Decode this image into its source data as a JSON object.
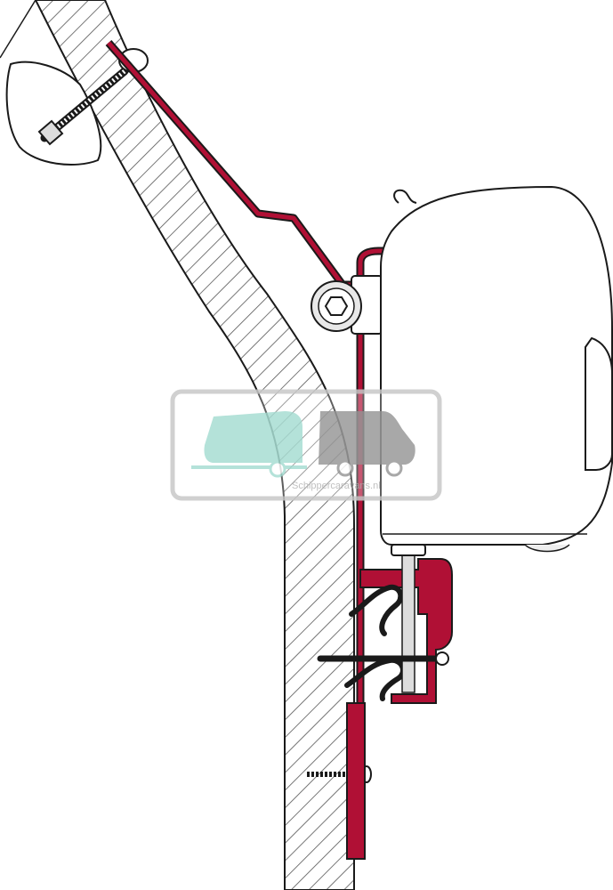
{
  "diagram": {
    "components": [
      {
        "id": "wall",
        "icon": "hatched-wall"
      },
      {
        "id": "roof-bolt",
        "icon": "bolt-with-nut"
      },
      {
        "id": "mount-bracket",
        "icon": "adapter-bracket"
      },
      {
        "id": "hex-clamp",
        "icon": "hex-socket-clamp"
      },
      {
        "id": "awning-cassette",
        "icon": "awning-housing"
      },
      {
        "id": "lower-rail",
        "icon": "rail-profile"
      },
      {
        "id": "wall-screws",
        "icon": "screw"
      }
    ],
    "colors": {
      "bracket": "#b01035",
      "line": "#1a1a1a",
      "hatch": "#555555",
      "cassette_fill": "#ffffff",
      "hex_fill": "#e8e8e8",
      "watermark_frame": "#c8c8c8",
      "watermark_caravan": "#a8ddd3",
      "watermark_van": "#9a9a9a",
      "watermark_text": "#b5b5b5"
    }
  },
  "watermark": {
    "text": "Schippercaravans.nl"
  }
}
